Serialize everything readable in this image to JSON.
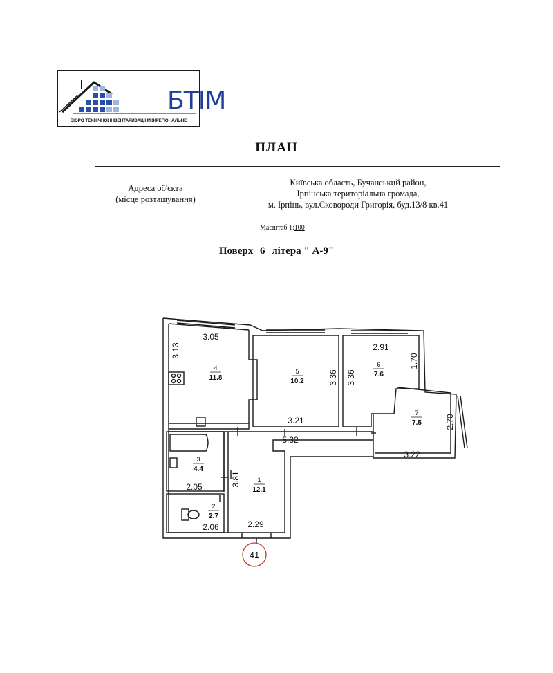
{
  "logo": {
    "brand": "БТІМ",
    "caption": "БЮРО ТЕХНІЧНОЇ ІНВЕНТАРИЗАЦІЇ МІЖРЕГІОНАЛЬНЕ",
    "colors": {
      "brand": "#1f3f9b",
      "roof": "#1a1a1a"
    }
  },
  "title": "ПЛАН",
  "address": {
    "label_line1": "Адреса об'єкта",
    "label_line2": "(місце розташування)",
    "value_line1": "Київська область, Бучанський  район,",
    "value_line2": "Ірпінська територіальна громада,",
    "value_line3": "м. Ірпінь, вул.Сковороди Григорія, буд.13/8 кв.41"
  },
  "scale": {
    "label": "Масштаб 1:",
    "value": "100"
  },
  "floor": {
    "prefix": "Поверх",
    "number": "6",
    "mid": "літера",
    "letter": "\" А-9\""
  },
  "plan": {
    "apartment_number": "41",
    "rooms": [
      {
        "number": "1",
        "area": "12.1"
      },
      {
        "number": "2",
        "area": "2.7"
      },
      {
        "number": "3",
        "area": "4.4"
      },
      {
        "number": "4",
        "area": "11.8"
      },
      {
        "number": "5",
        "area": "10.2"
      },
      {
        "number": "6",
        "area": "7.6"
      },
      {
        "number": "7",
        "area": "7.5"
      }
    ],
    "dimensions": {
      "d_3_05": "3.05",
      "d_3_13": "3.13",
      "d_3_36a": "3.36",
      "d_3_36b": "3.36",
      "d_2_91": "2.91",
      "d_1_70": "1.70",
      "d_3_21": "3.21",
      "d_5_32": "5.32",
      "d_2_70": "2.70",
      "d_3_22": "3.22",
      "d_2_05": "2.05",
      "d_3_81": "3.81",
      "d_2_06": "2.06",
      "d_2_29": "2.29"
    },
    "colors": {
      "walls": "#1a1a1a",
      "apartment_circle": "#c0392b"
    }
  }
}
